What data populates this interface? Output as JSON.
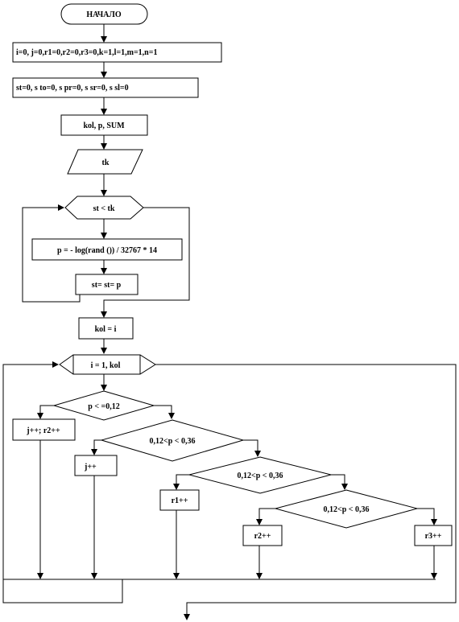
{
  "flowchart": {
    "start": "НАЧАЛО",
    "init_vars": "i=0, j=0,r1=0,r2=0,r3=0,k=1,l=1,m=1,n=1",
    "init_sums": "st=0, s  to=0, s  pr=0, s  sr=0, s  sl=0",
    "input_params": "kol, p, SUM",
    "input_tk": "tk",
    "loop_condition": "st < tk",
    "compute_p": "p = - log(rand ()) / 32767  * 14",
    "accumulate": "st= st= p",
    "assign_kol": "kol = i",
    "for_loop": "i = 1, kol",
    "cond_1": "p < =0,12",
    "action_1": "j++; r2++",
    "cond_2": "0,12<p  < 0,36",
    "action_2": "j++",
    "cond_3": "0,12<p  < 0,36",
    "action_3": "r1++",
    "cond_4": "0,12<p  < 0,36",
    "action_4": "r2++",
    "action_5": "r3++"
  },
  "colors": {
    "stroke": "#000000",
    "fill": "#ffffff"
  }
}
